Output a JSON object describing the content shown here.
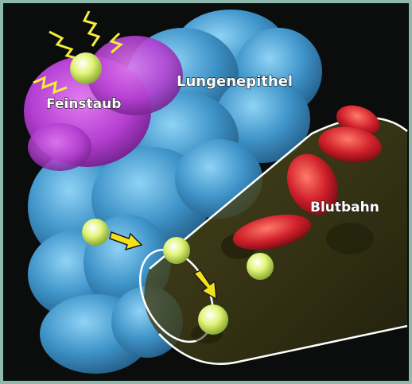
{
  "labels": {
    "feinstaub": "Feinstaub",
    "lungenepithel": "Lungenepithel",
    "blutbahn": "Blutbahn"
  },
  "colors": {
    "background": "#0b0d0c",
    "border": "#8fb8ad",
    "epithelium": "#3f94c9",
    "epithelium_highlight": "#7cc6ef",
    "particle_zone": "#b43fd1",
    "particle": "#d8f06a",
    "blood_cell": "#d1212b",
    "vessel_interior": "#3b3a14",
    "arrow": "#f2e21c",
    "spark": "#f5ee3a",
    "outline": "#ffffff"
  },
  "icons": [
    "fine-dust-particle-icon",
    "red-blood-cell-icon",
    "direction-arrow-icon",
    "lightning-spark-icon"
  ]
}
